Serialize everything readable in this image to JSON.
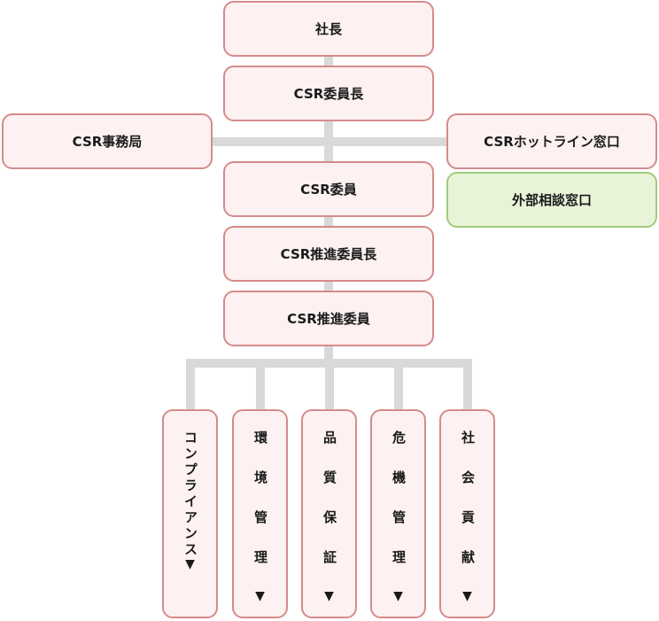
{
  "nodes": {
    "president": "社長",
    "csr_chair": "CSR委員長",
    "csr_office": "CSR事務局",
    "csr_hotline": "CSRホットライン窓口",
    "external_desk": "外部相談窓口",
    "csr_member": "CSR委員",
    "csr_promo_chair": "CSR推進委員長",
    "csr_promo_member": "CSR推進委員"
  },
  "departments": [
    {
      "label": "コンプライアンス"
    },
    {
      "label": "環境管理"
    },
    {
      "label": "品質保証"
    },
    {
      "label": "危機管理"
    },
    {
      "label": "社会貢献"
    }
  ],
  "arrow_glyph": "▼",
  "colors": {
    "node_border": "#d58b8b",
    "node_fill": "#fdf1f1",
    "external_border": "#9fcc7a",
    "external_fill": "#e8f4d8",
    "connector": "#d9d9d9"
  }
}
